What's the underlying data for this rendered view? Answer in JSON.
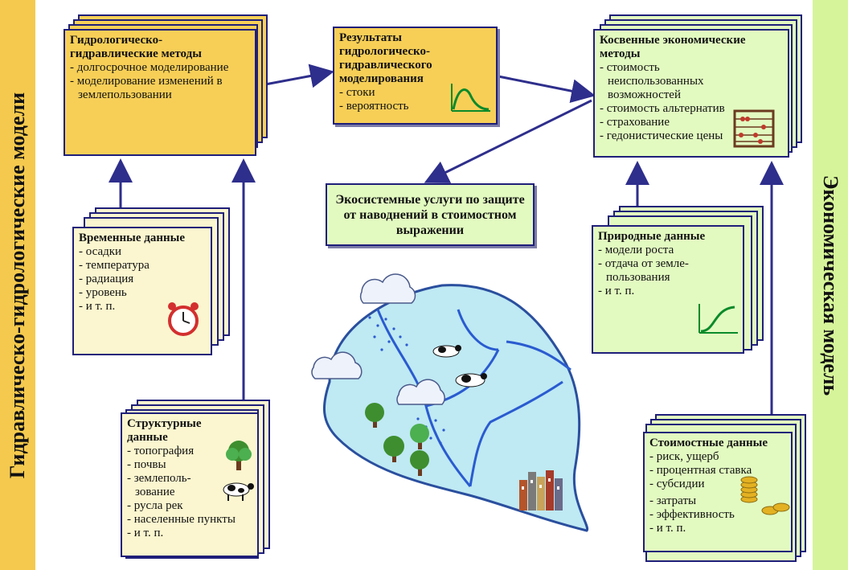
{
  "sidebars": {
    "left": "Гидравлическо-гидрологические модели",
    "right": "Экономическая модель"
  },
  "hydro_methods": {
    "title": "Гидрологическо-гидравлические методы",
    "items": [
      "долгосрочное моделирование",
      "моделирование изменений в землепользовании"
    ]
  },
  "results": {
    "title": "Результаты гидрологическо-гидравлического моделирования",
    "items": [
      "стоки",
      "вероятность"
    ]
  },
  "econ_methods": {
    "title": "Косвенные экономические методы",
    "items": [
      "стоимость неиспользованных возможностей",
      "стоимость альтернатив",
      "страхование",
      "гедонистические цены"
    ]
  },
  "ecosystem": {
    "title": "Экосистемные услуги по защите от наводнений в стоимостном выражении"
  },
  "time_data": {
    "title": "Временные данные",
    "items": [
      "осадки",
      "температура",
      "радиация",
      "уровень",
      "и т. п."
    ]
  },
  "structural_data": {
    "title": "Структурные данные",
    "items": [
      "топография",
      "почвы",
      "землеполь-зование",
      "русла рек",
      "населенные пункты",
      "и т. п."
    ]
  },
  "natural_data": {
    "title": "Природные данные",
    "items": [
      "модели роста",
      "отдача от земле-пользования",
      "и т. п."
    ]
  },
  "cost_data": {
    "title": "Стоимостные данные",
    "items": [
      "риск, ущерб",
      "процентная ставка",
      "субсидии",
      "затраты",
      "эффективность",
      "и т. п."
    ]
  },
  "colors": {
    "left_sidebar": "#f4c94e",
    "right_sidebar": "#d6f59a",
    "orange_box": "#f7cf57",
    "cream_box": "#fbf6cf",
    "green_box": "#e2fac0",
    "arrow": "#2e2e8c"
  }
}
